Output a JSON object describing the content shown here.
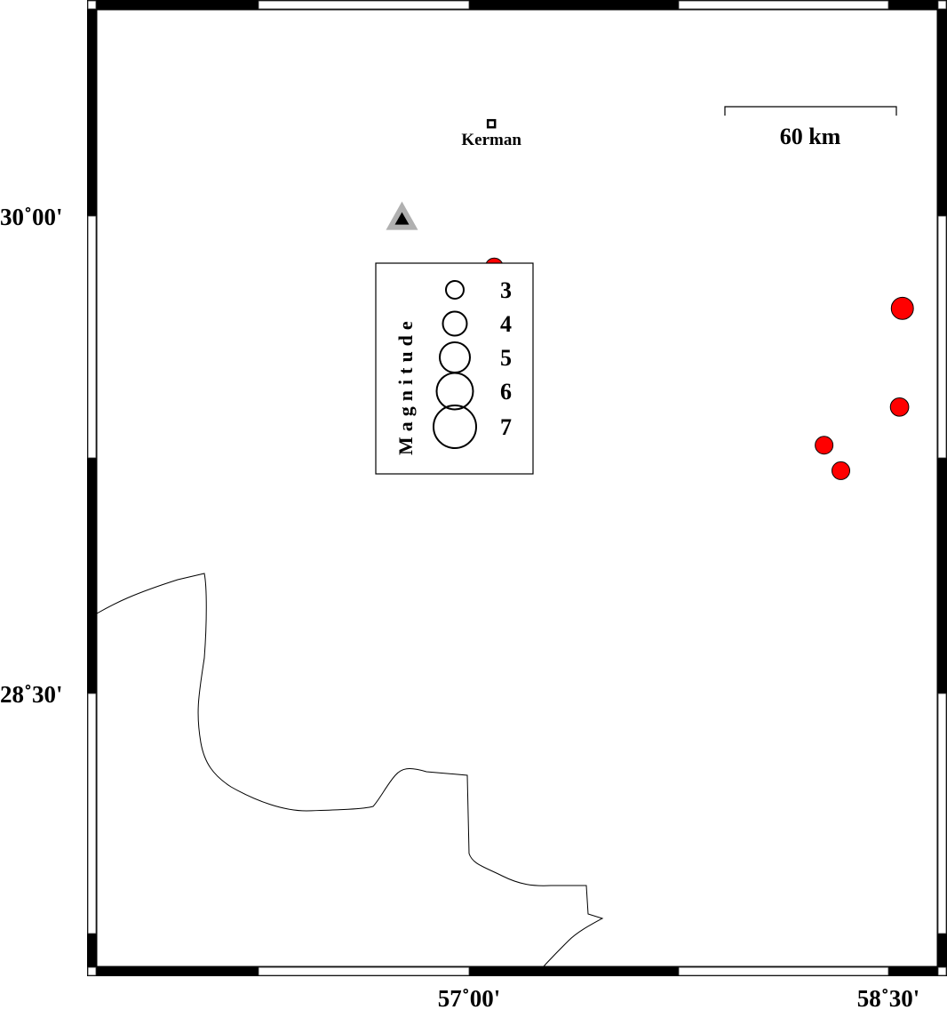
{
  "map": {
    "lon_labels": [
      "57˚00'",
      "58˚30'"
    ],
    "lat_labels": [
      "30˚00'",
      "28˚30'"
    ],
    "scale_bar_label": "60 km",
    "city": {
      "name": "Kerman",
      "lon": 57.08,
      "lat": 30.29
    },
    "station": {
      "lon": 56.76,
      "lat": 29.99,
      "fill": "#000000",
      "halo": "#b0b0b0"
    },
    "event_color": "#ff0000",
    "events": [
      {
        "lon": 58.55,
        "lat": 29.71,
        "mag": 3.7
      },
      {
        "lon": 58.54,
        "lat": 29.4,
        "mag": 3.1
      },
      {
        "lon": 58.27,
        "lat": 29.28,
        "mag": 3.0
      },
      {
        "lon": 58.33,
        "lat": 29.2,
        "mag": 3.0
      },
      {
        "lon": 57.09,
        "lat": 29.84,
        "mag": 3.0
      }
    ],
    "legend": {
      "title": "Magnitude",
      "magnitudes": [
        "3",
        "4",
        "5",
        "6",
        "7"
      ]
    }
  }
}
